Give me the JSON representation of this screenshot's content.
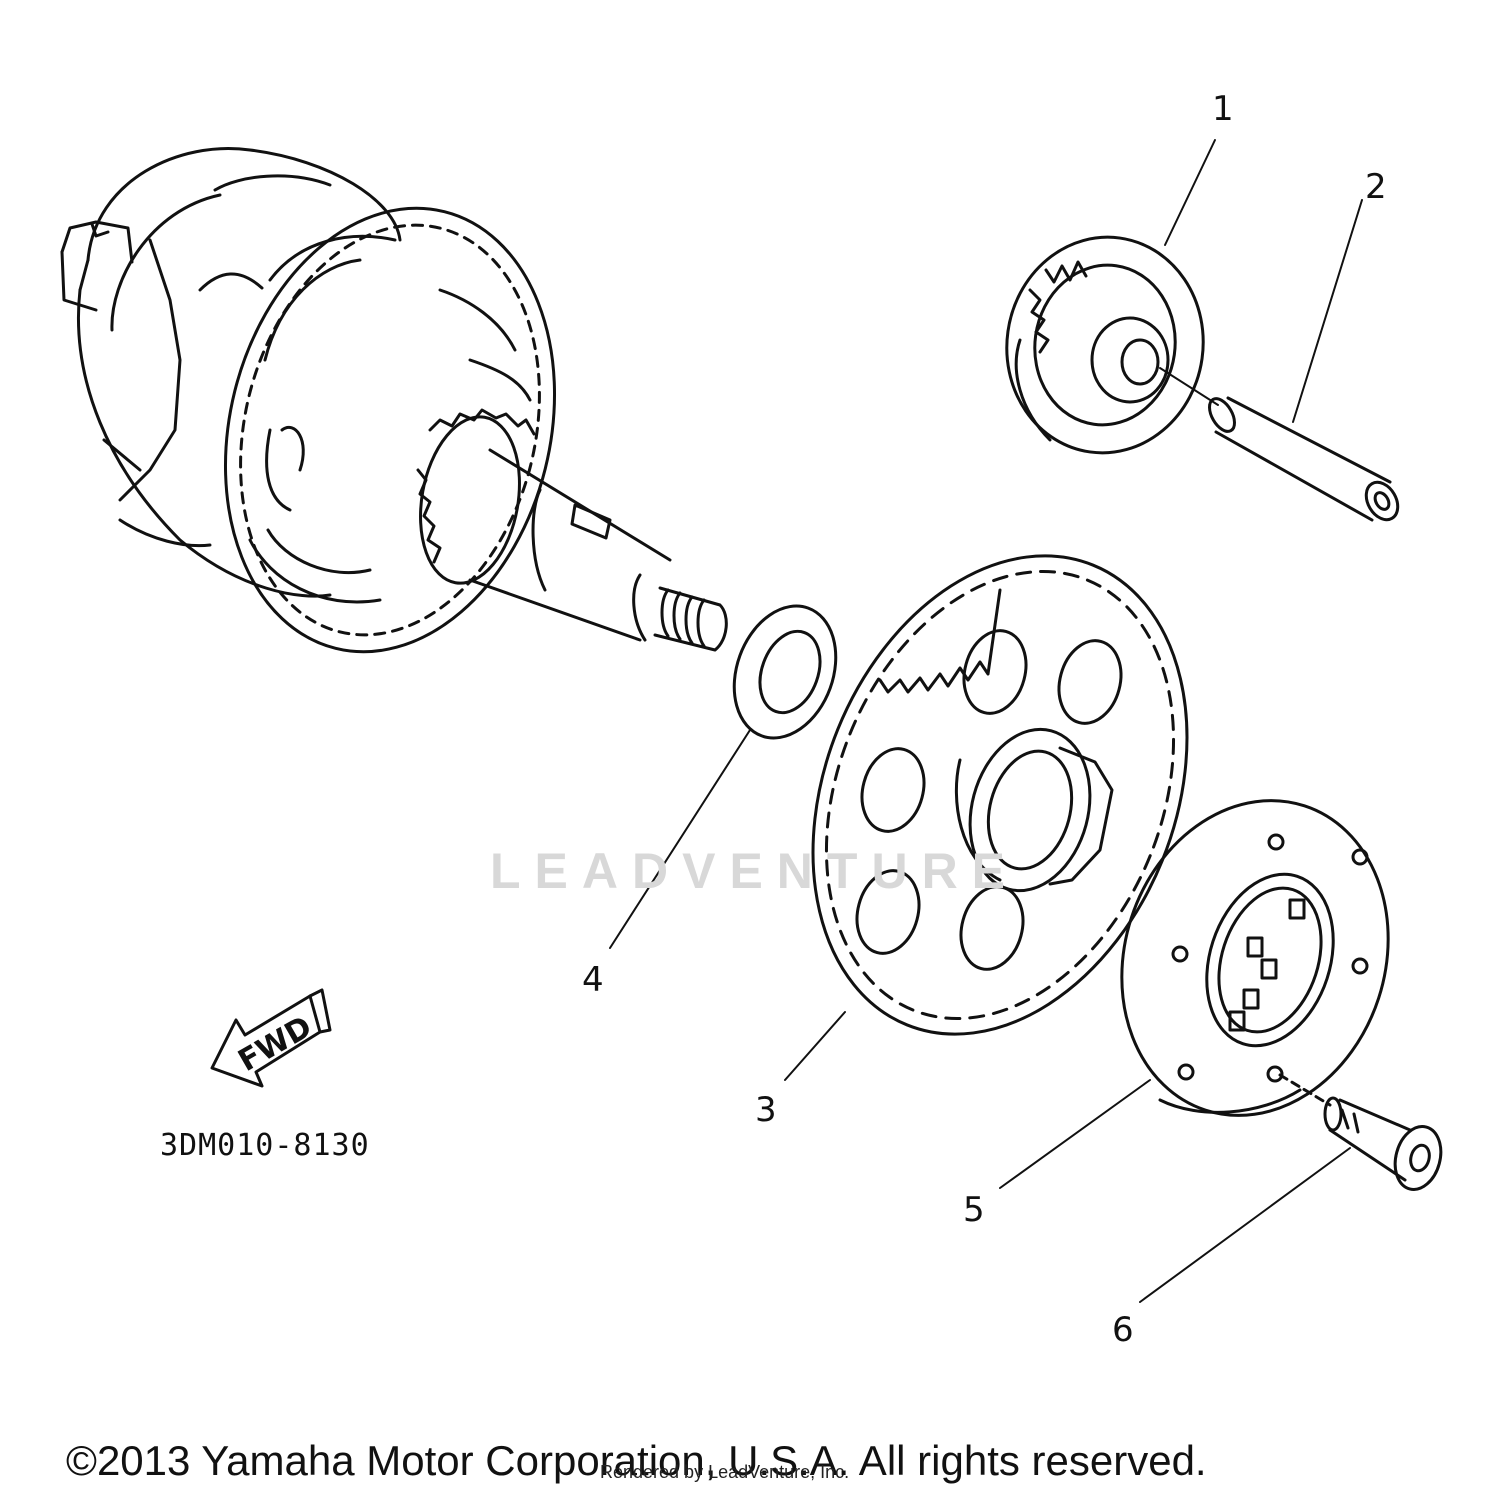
{
  "callouts": [
    "1",
    "2",
    "3",
    "4",
    "5",
    "6"
  ],
  "fwd_label": "FWD",
  "diagram_code": "3DM010-8130",
  "watermark": "LEADVENTURE",
  "copyright": "©2013 Yamaha Motor Corporation, U.S.A. All rights reserved.",
  "rendered_by": "Rendered by LeadVenture, Inc."
}
